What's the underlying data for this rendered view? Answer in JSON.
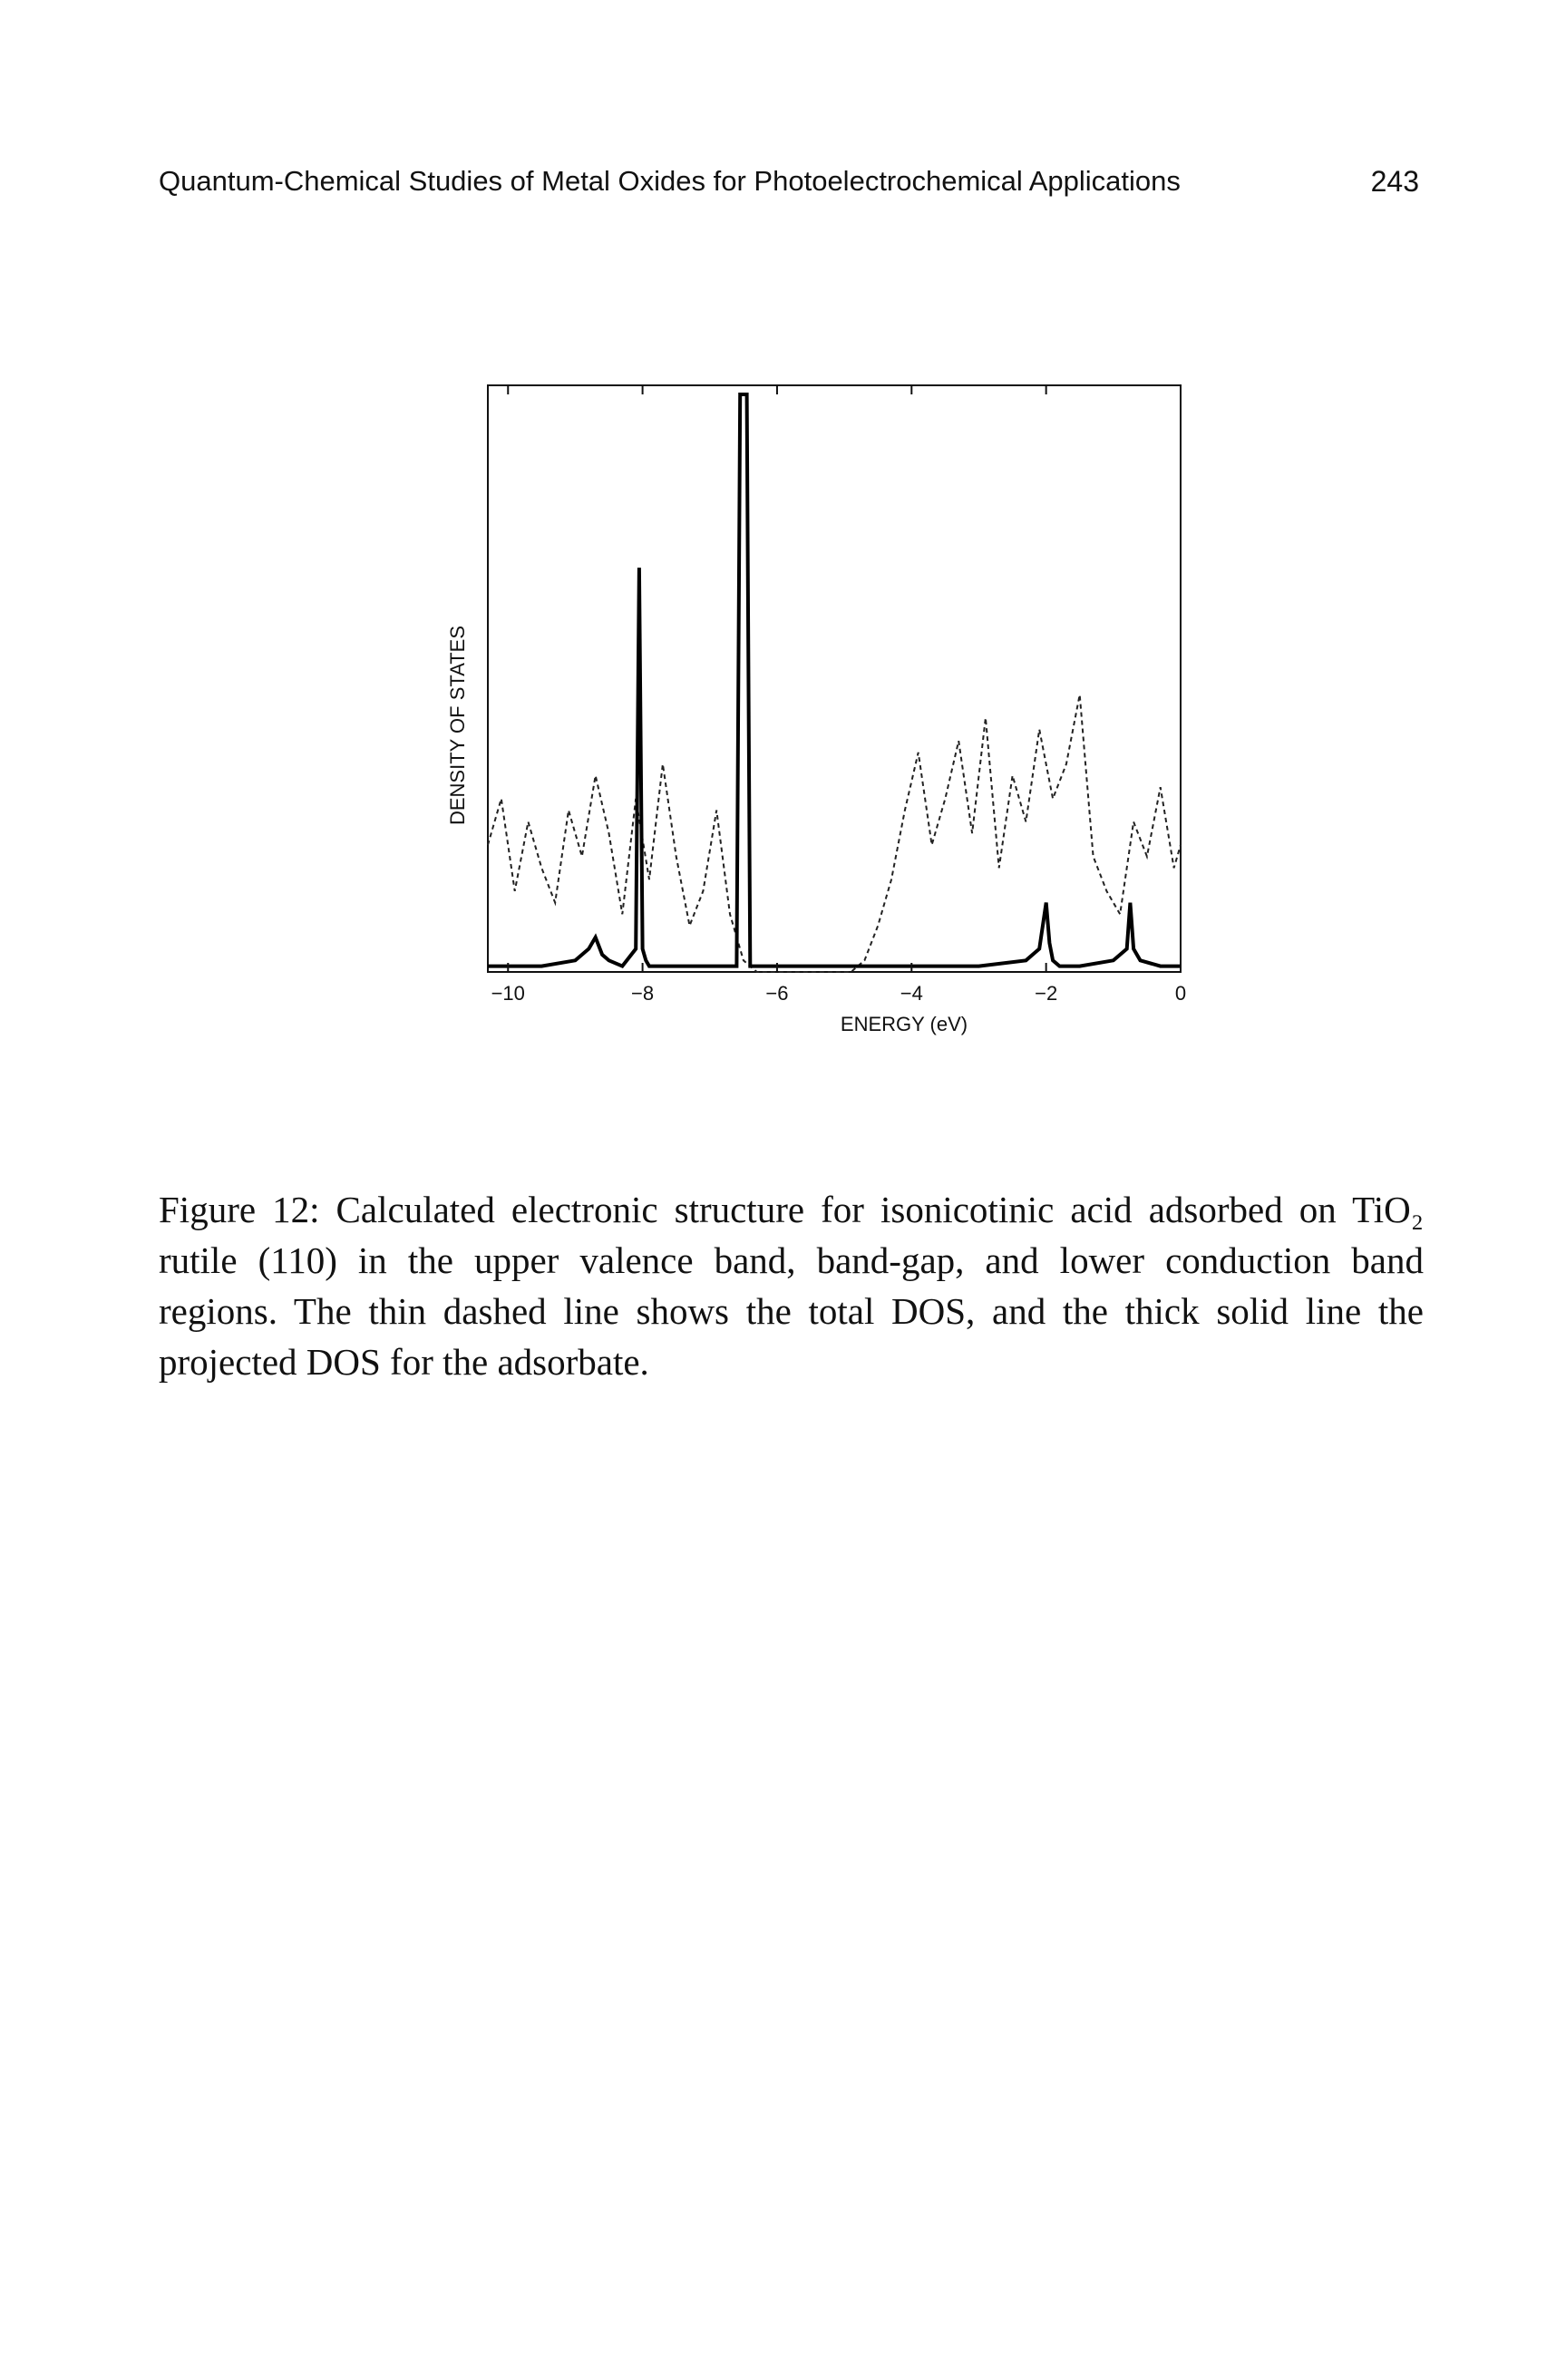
{
  "header": {
    "running_title": "Quantum-Chemical Studies of Metal Oxides for Photoelectrochemical Applications",
    "page_number": "243"
  },
  "figure": {
    "caption_text": "Figure 12: Calculated electronic structure for isonicotinic acid adsorbed on TiO₂ rutile (110) in the upper valence band, band-gap, and lower conduction band regions. The thin dashed line shows the total DOS, and the thick solid line the projected DOS for the adsorbate."
  },
  "chart_data": {
    "type": "line",
    "title": "",
    "xlabel": "ENERGY (eV)",
    "ylabel": "DENSITY OF STATES",
    "xlim": [
      -10.3,
      0
    ],
    "ylim": [
      0,
      100
    ],
    "xticks": [
      -10,
      -8,
      -6,
      -4,
      -2,
      0
    ],
    "xtick_labels": [
      "−10",
      "−8",
      "−6",
      "−4",
      "−2",
      "0"
    ],
    "yticks_labeled": false,
    "grid": false,
    "legend": "none",
    "series": [
      {
        "style": "thin dashed",
        "color": "#222222",
        "x": [
          -10.3,
          -10.1,
          -9.9,
          -9.7,
          -9.5,
          -9.3,
          -9.1,
          -8.9,
          -8.7,
          -8.5,
          -8.3,
          -8.1,
          -7.9,
          -7.7,
          -7.5,
          -7.3,
          -7.1,
          -6.9,
          -6.7,
          -6.5,
          -6.3,
          -6.1,
          -5.9,
          -5.7,
          -5.5,
          -5.3,
          -5.1,
          -4.9,
          -4.7,
          -4.5,
          -4.3,
          -4.1,
          -3.9,
          -3.7,
          -3.5,
          -3.3,
          -3.1,
          -2.9,
          -2.7,
          -2.5,
          -2.3,
          -2.1,
          -1.9,
          -1.7,
          -1.5,
          -1.3,
          -1.1,
          -0.9,
          -0.7,
          -0.5,
          -0.3,
          -0.1,
          0
        ],
        "y": [
          22,
          30,
          14,
          26,
          18,
          12,
          28,
          20,
          34,
          24,
          10,
          30,
          16,
          36,
          20,
          8,
          14,
          28,
          10,
          2,
          0,
          0,
          0,
          0,
          0,
          0,
          0,
          0,
          2,
          8,
          16,
          28,
          38,
          22,
          30,
          40,
          24,
          44,
          18,
          34,
          26,
          42,
          30,
          36,
          48,
          20,
          14,
          10,
          26,
          20,
          32,
          18,
          22
        ]
      },
      {
        "style": "thick solid",
        "color": "#000000",
        "x": [
          -10.3,
          -9.5,
          -9.0,
          -8.8,
          -8.7,
          -8.6,
          -8.5,
          -8.3,
          -8.1,
          -8.05,
          -8.0,
          -7.95,
          -7.9,
          -7.7,
          -7.5,
          -7.0,
          -6.6,
          -6.55,
          -6.5,
          -6.45,
          -6.4,
          -6.0,
          -5.0,
          -4.0,
          -3.0,
          -2.3,
          -2.1,
          -2.0,
          -1.95,
          -1.9,
          -1.8,
          -1.5,
          -1.0,
          -0.8,
          -0.75,
          -0.7,
          -0.6,
          -0.3,
          0
        ],
        "y": [
          1,
          1,
          2,
          4,
          6,
          3,
          2,
          1,
          4,
          70,
          4,
          2,
          1,
          1,
          1,
          1,
          1,
          100,
          100,
          100,
          1,
          1,
          1,
          1,
          1,
          2,
          4,
          12,
          5,
          2,
          1,
          1,
          2,
          4,
          12,
          4,
          2,
          1,
          1
        ]
      }
    ]
  }
}
